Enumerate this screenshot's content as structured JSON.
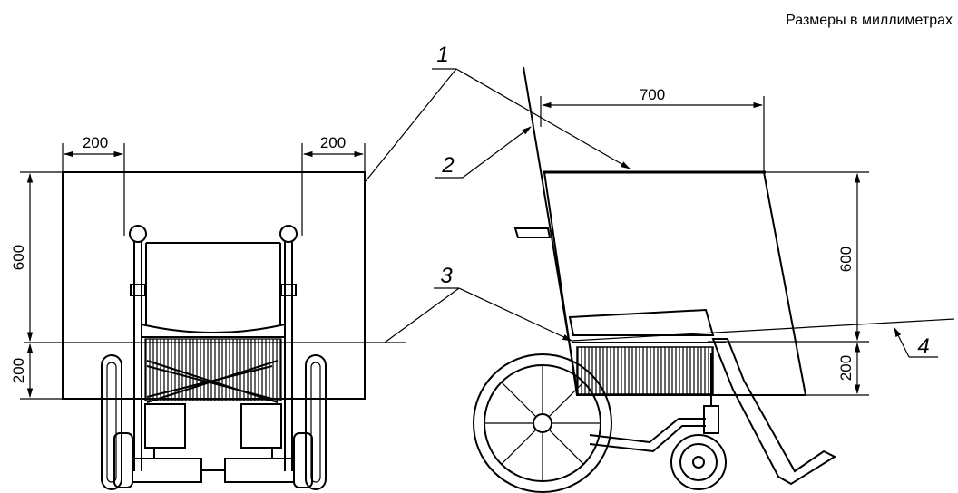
{
  "caption": "Размеры в миллиметрах",
  "dimensions": {
    "front_left_width": "200",
    "front_right_width": "200",
    "front_height_upper": "600",
    "front_height_lower": "200",
    "side_width": "700",
    "side_height_upper": "600",
    "side_height_lower": "200"
  },
  "callouts": {
    "c1": "1",
    "c2": "2",
    "c3": "3",
    "c4": "4"
  }
}
